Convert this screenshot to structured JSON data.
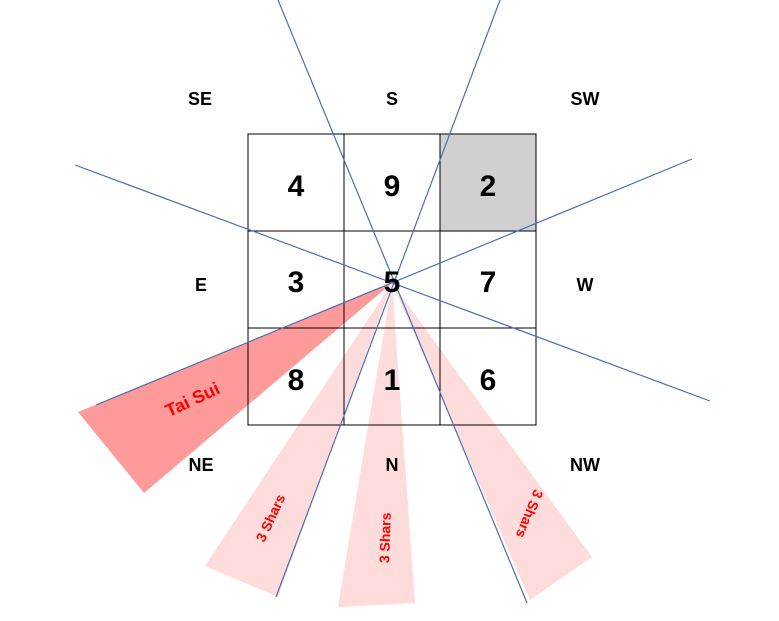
{
  "directions": {
    "se": "SE",
    "s": "S",
    "sw": "SW",
    "e": "E",
    "w": "W",
    "ne": "NE",
    "n": "N",
    "nw": "NW"
  },
  "grid": {
    "rows": [
      [
        "4",
        "9",
        "2"
      ],
      [
        "3",
        "5",
        "7"
      ],
      [
        "8",
        "1",
        "6"
      ]
    ],
    "highlight_cell": "2"
  },
  "sectors": {
    "tai_sui": "Tai Sui",
    "three_shars_left": "3 Shars",
    "three_shars_center": "3 Shars",
    "three_shars_right": "3 Shars"
  },
  "colors": {
    "grid_line": "#000000",
    "highlight_fill": "#d0d0d0",
    "axis_line": "#4a6fb5",
    "tai_sui_fill": "#ff9a9a",
    "shars_fill": "#ffdcdc",
    "label_red": "#ff0000"
  }
}
